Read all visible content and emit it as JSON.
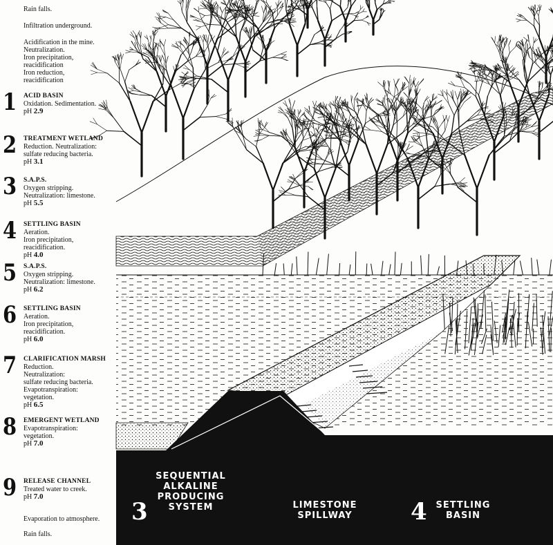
{
  "notes": {
    "rain_top": "Rain falls.",
    "infiltration": "Infiltration underground.",
    "mine": "Acidification in the mine.\nNeutralization.\nIron precipitation,\nreacidification\nIron reduction,\nreacidification",
    "evaporation": "Evaporation to atmosphere.",
    "rain_bottom": "Rain falls."
  },
  "ph_label": "pH",
  "steps": [
    {
      "number": "1",
      "title": "ACID BASIN",
      "description": "Oxidation.  Sedimentation.",
      "ph": "2.9"
    },
    {
      "number": "2",
      "title": "TREATMENT WETLAND",
      "description": "Reduction. Neutralization:\nsulfate reducing bacteria.",
      "ph": "3.1"
    },
    {
      "number": "3",
      "title": "S.A.P.S.",
      "description": "Oxygen stripping.\nNeutralization: limestone.",
      "ph": "5.5"
    },
    {
      "number": "4",
      "title": "SETTLING BASIN",
      "description": "Aeration.\nIron precipitation,\nreacidification.",
      "ph": "4.0"
    },
    {
      "number": "5",
      "title": "S.A.P.S.",
      "description": "Oxygen stripping.\nNeutralization: limestone.",
      "ph": "6.2"
    },
    {
      "number": "6",
      "title": "SETTLING BASIN",
      "description": "Aeration.\nIron precipitation,\nreacidification.",
      "ph": "6.0"
    },
    {
      "number": "7",
      "title": "CLARIFICATION MARSH",
      "description": "Reduction.\nNeutralization:\nsulfate reducing bacteria.\nEvapotranspiration:\nvegetation.",
      "ph": "6.5"
    },
    {
      "number": "8",
      "title": "EMERGENT WETLAND",
      "description": "Evapotranspiration:\nvegetation.",
      "ph": "7.0"
    },
    {
      "number": "9",
      "title": "RELEASE CHANNEL",
      "description": "Treated water to creek.",
      "ph": "7.0"
    }
  ],
  "section_labels": {
    "saps_number": "3",
    "saps": "SEQUENTIAL\nALKALINE\nPRODUCING\nSYSTEM",
    "spillway": "LIMESTONE\nSPILLWAY",
    "settling_number": "4",
    "settling": "SETTLING\nBASIN"
  },
  "colors": {
    "ink": "#111111",
    "paper": "#fdfdfb",
    "label_text": "#ffffff"
  }
}
